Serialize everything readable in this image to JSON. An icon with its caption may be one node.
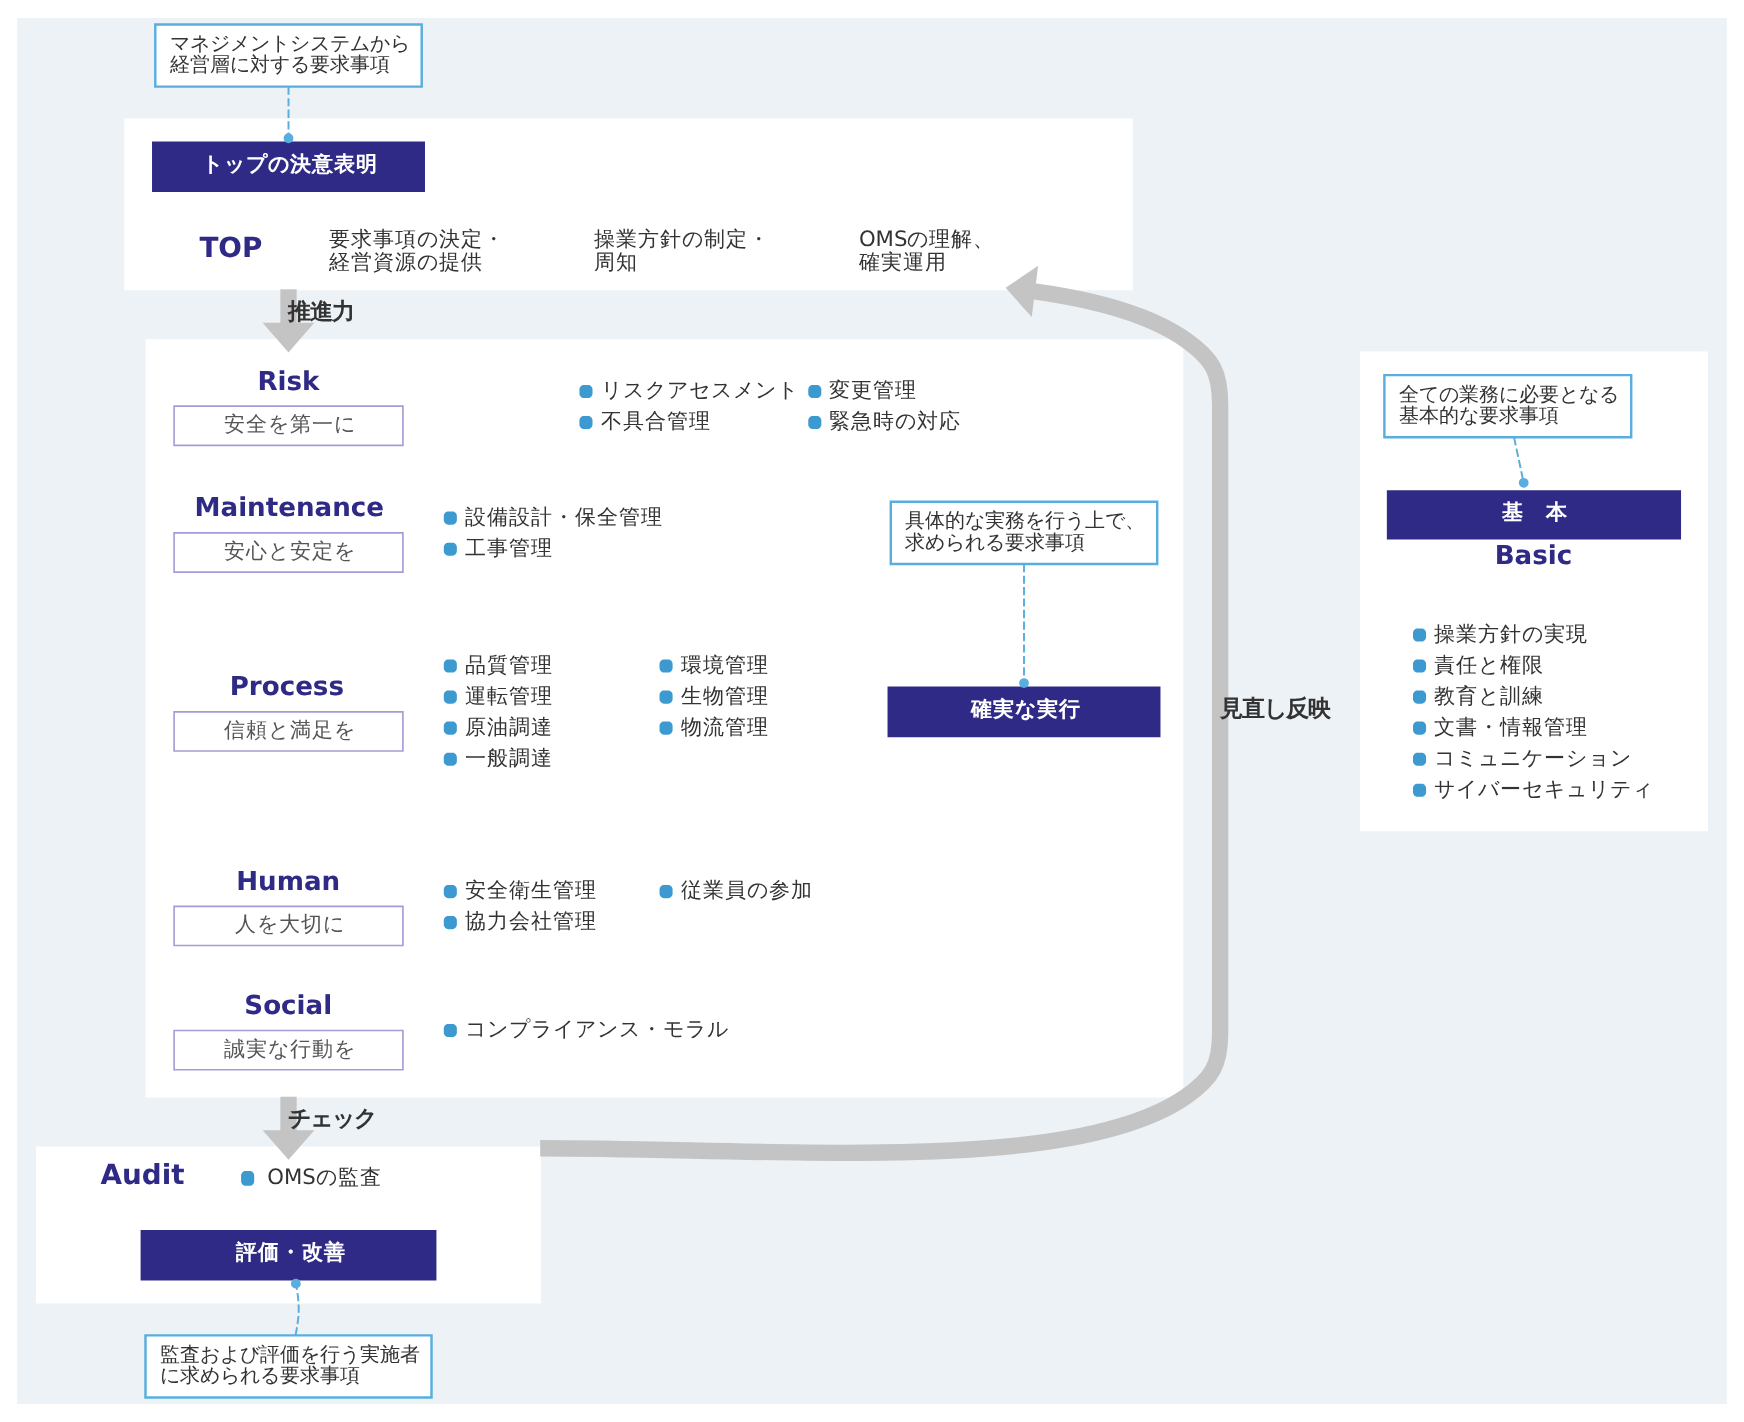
{
  "diagram": {
    "nodes": [
      {
        "text": [
          "マネジメントシステムから経営層に対する要求事項"
        ]
      },
      {
        "text": [
          "TOP",
          "要求事項の決定・経営資源の提供",
          "操業方針の制定・周知",
          "OMSの理解、確実運用"
        ]
      },
      {
        "text": [
          "トップの決意表明"
        ],
        "in": 1
      },
      {
        "text": [],
        "shape": "box"
      },
      {
        "text": [
          "具体的な実務を行う上で、求められる要求事項"
        ],
        "in": 3
      },
      {
        "text": [
          "確実な実行"
        ],
        "in": 3
      },
      {
        "text": [
          "Risk",
          "安全を第一に"
        ],
        "in": 3,
        "beside": [
          "リスクアセスメント",
          "変更管理",
          "不具合管理",
          "緊急時の対応"
        ]
      },
      {
        "text": [
          "Maintenance",
          "安心と安定を"
        ],
        "in": 3,
        "beside": [
          "設備設計・保全管理",
          "工事管理"
        ]
      },
      {
        "text": [
          "Process",
          "信頼と満足を"
        ],
        "in": 3,
        "beside": [
          "品質管理",
          "環境管理",
          "運転管理",
          "生物管理",
          "原油調達",
          "物流管理",
          "一般調達"
        ]
      },
      {
        "text": [
          "Human",
          "人を大切に"
        ],
        "in": 3,
        "beside": [
          "安全衛生管理",
          "従業員の参加",
          "協力会社管理"
        ]
      },
      {
        "text": [
          "Social",
          "誠実な行動を"
        ],
        "in": 3,
        "beside": [
          "コンプライアンス・モラル"
        ]
      },
      {
        "text": [],
        "shape": "box"
      },
      {
        "text": [
          "全ての業務に必要となる基本的な要求事項"
        ],
        "in": 11
      },
      {
        "text": [
          "基　本",
          "Basic"
        ],
        "in": 11,
        "beside": [
          "操業方針の実現",
          "責任と権限",
          "教育と訓練",
          "文書・情報管理",
          "コミュニケーション",
          "サイバーセキュリティ"
        ]
      },
      {
        "text": [
          "Audit",
          "OMSの監査"
        ]
      },
      {
        "text": [
          "評価・改善"
        ],
        "in": 14
      },
      {
        "text": [
          "監査および評価を行う実施者に求められる要求事項"
        ]
      }
    ],
    "edges": [
      {
        "from": 0,
        "to": 2,
        "arrow": "other",
        "style": "dashed"
      },
      {
        "from": 1,
        "to": 3,
        "arrow": "to",
        "label": "推進力",
        "style": "thick",
        "color": "#c4c4c4"
      },
      {
        "from": 4,
        "to": 5,
        "arrow": "other",
        "style": "dashed"
      },
      {
        "from": 12,
        "to": 13,
        "arrow": "other",
        "style": "dashed"
      },
      {
        "from": 3,
        "to": 14,
        "arrow": "to",
        "label": "チェック",
        "style": "thick",
        "color": "#c4c4c4"
      },
      {
        "from": 16,
        "to": 15,
        "arrow": "other",
        "style": "dashed"
      },
      {
        "from": 14,
        "to": 1,
        "arrow": "to",
        "label": "見直し反映",
        "style": "thick",
        "color": "#c4c4c4"
      }
    ]
  }
}
